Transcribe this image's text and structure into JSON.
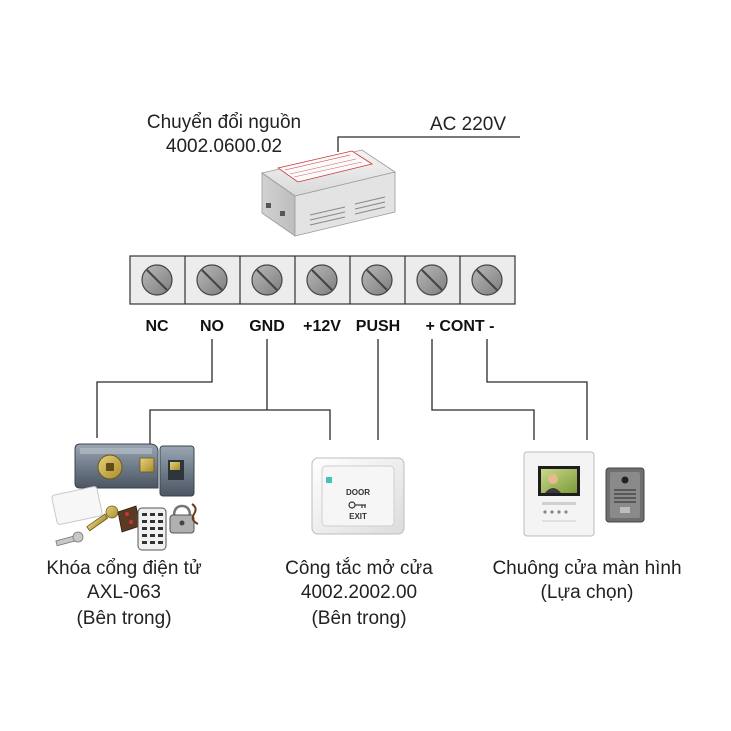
{
  "power_supply": {
    "title": "Chuyển đổi nguồn",
    "model": "4002.0600.02",
    "input": "AC 220V"
  },
  "terminals": {
    "nc": "NC",
    "no": "NO",
    "gnd": "GND",
    "v12": "+12V",
    "push": "PUSH",
    "cont": "+ CONT -"
  },
  "lock": {
    "name": "Khóa cổng điện tử",
    "model": "AXL-063",
    "note": "(Bên trong)"
  },
  "exit_button": {
    "name": "Công tắc mở cửa",
    "model": "4002.2002.00",
    "note": "(Bên trong)",
    "face_top": "DOOR",
    "face_bottom": "EXIT"
  },
  "doorbell": {
    "name": "Chuông cửa màn hình",
    "note": "(Lựa chọn)"
  }
}
